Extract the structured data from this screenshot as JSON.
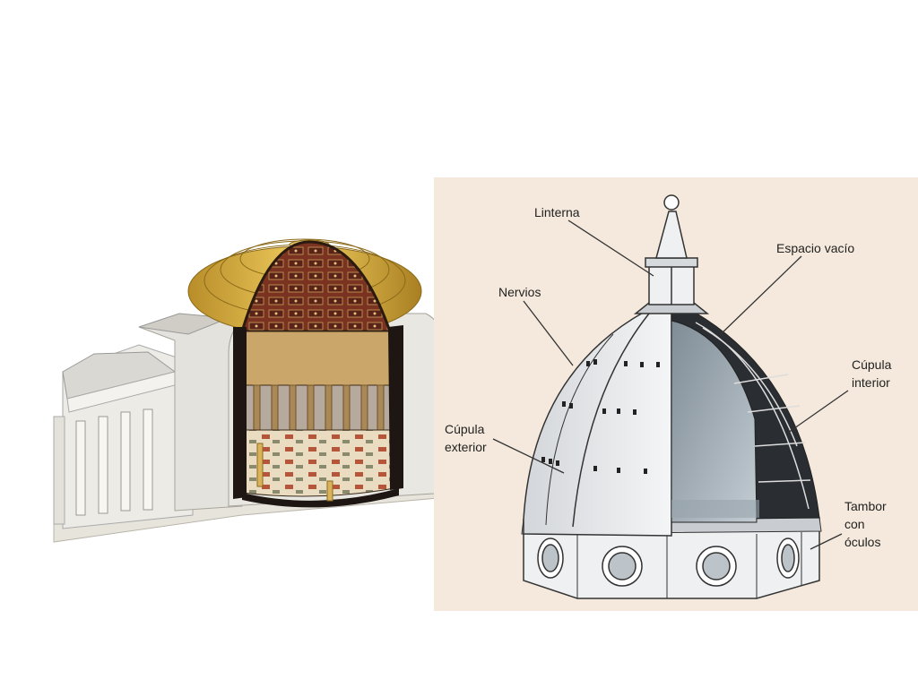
{
  "left_figure": {
    "name": "pantheon-cutaway"
  },
  "right_figure": {
    "name": "florence-dome-diagram",
    "background": "#f4e9dc",
    "labels": {
      "linterna": "Linterna",
      "espacio_vacio": "Espacio vacío",
      "nervios": "Nervios",
      "cupula_interior_1": "Cúpula",
      "cupula_interior_2": "interior",
      "cupula_exterior_1": "Cúpula",
      "cupula_exterior_2": "exterior",
      "tambor_1": "Tambor",
      "tambor_2": "con",
      "tambor_3": "óculos"
    }
  }
}
